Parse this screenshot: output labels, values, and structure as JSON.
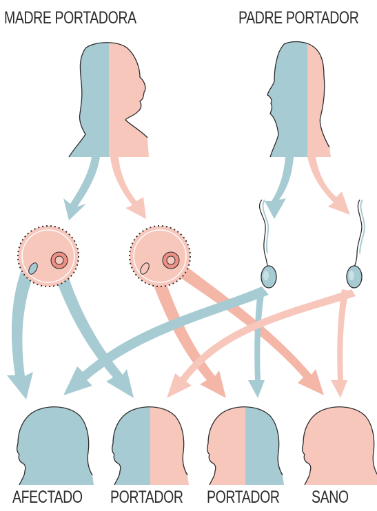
{
  "parents": {
    "mother_label": "MADRE PORTADORA",
    "father_label": "PADRE PORTADOR"
  },
  "children": [
    {
      "label": "AFECTADO"
    },
    {
      "label": "PORTADOR"
    },
    {
      "label": "PORTADOR"
    },
    {
      "label": "SANO"
    }
  ],
  "colors": {
    "blue": "#a7cbd3",
    "pink": "#f7c7bc",
    "outline": "#2b2b2b"
  }
}
